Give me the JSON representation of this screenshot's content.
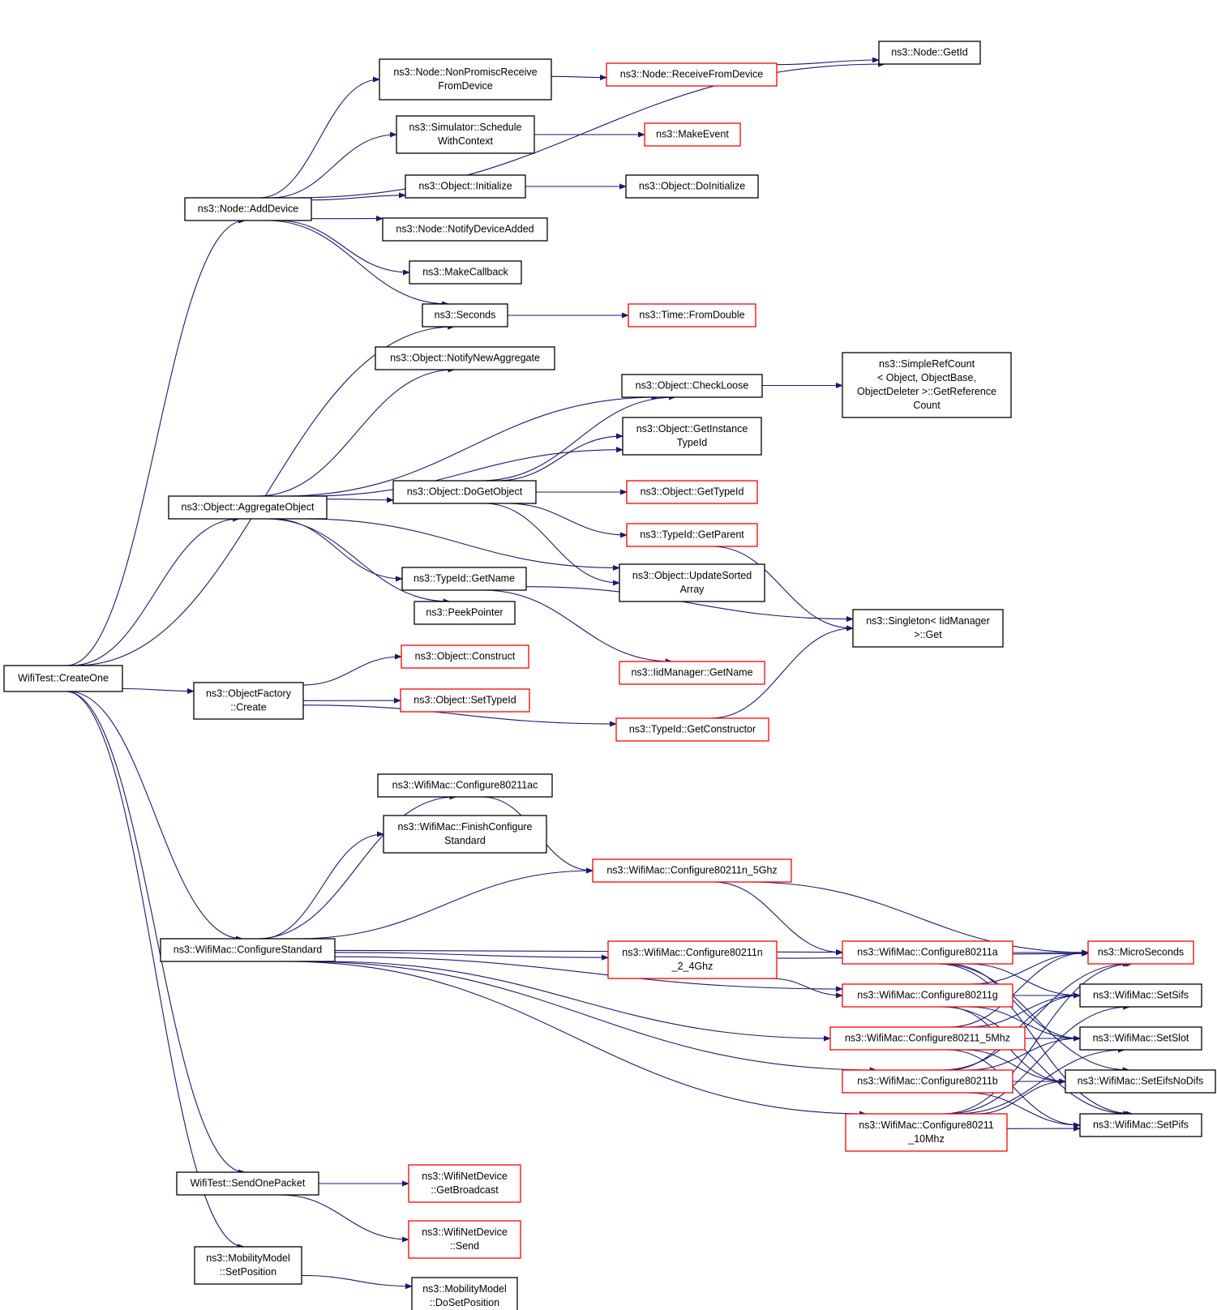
{
  "colors": {
    "edge": "#191970",
    "node_border_default": "#000000",
    "node_border_truncated": "#ff0000",
    "root_fill": "#bfbfbf"
  },
  "root": "createone",
  "nodes": [
    {
      "id": "createone",
      "lines": [
        "WifiTest::CreateOne"
      ],
      "border": "black",
      "root": true
    },
    {
      "id": "adddevice",
      "lines": [
        "ns3::Node::AddDevice"
      ],
      "border": "black"
    },
    {
      "id": "aggregate",
      "lines": [
        "ns3::Object::AggregateObject"
      ],
      "border": "black"
    },
    {
      "id": "factorycreate",
      "lines": [
        "ns3::ObjectFactory",
        "::Create"
      ],
      "border": "black"
    },
    {
      "id": "configstd",
      "lines": [
        "ns3::WifiMac::ConfigureStandard"
      ],
      "border": "black"
    },
    {
      "id": "sendone",
      "lines": [
        "WifiTest::SendOnePacket"
      ],
      "border": "black"
    },
    {
      "id": "setpos",
      "lines": [
        "ns3::MobilityModel",
        "::SetPosition"
      ],
      "border": "black"
    },
    {
      "id": "nonpromisc",
      "lines": [
        "ns3::Node::NonPromiscReceive",
        "FromDevice"
      ],
      "border": "black"
    },
    {
      "id": "schedwithctx",
      "lines": [
        "ns3::Simulator::Schedule",
        "WithContext"
      ],
      "border": "black"
    },
    {
      "id": "objinit",
      "lines": [
        "ns3::Object::Initialize"
      ],
      "border": "black"
    },
    {
      "id": "notifydev",
      "lines": [
        "ns3::Node::NotifyDeviceAdded"
      ],
      "border": "black"
    },
    {
      "id": "makecb",
      "lines": [
        "ns3::MakeCallback"
      ],
      "border": "black"
    },
    {
      "id": "seconds",
      "lines": [
        "ns3::Seconds"
      ],
      "border": "black"
    },
    {
      "id": "notifyagg",
      "lines": [
        "ns3::Object::NotifyNewAggregate"
      ],
      "border": "black"
    },
    {
      "id": "dogetobj",
      "lines": [
        "ns3::Object::DoGetObject"
      ],
      "border": "black"
    },
    {
      "id": "getname",
      "lines": [
        "ns3::TypeId::GetName"
      ],
      "border": "black"
    },
    {
      "id": "peekptr",
      "lines": [
        "ns3::PeekPointer"
      ],
      "border": "black"
    },
    {
      "id": "construct",
      "lines": [
        "ns3::Object::Construct"
      ],
      "border": "red"
    },
    {
      "id": "settypeid",
      "lines": [
        "ns3::Object::SetTypeId"
      ],
      "border": "red"
    },
    {
      "id": "cfgac",
      "lines": [
        "ns3::WifiMac::Configure80211ac"
      ],
      "border": "black"
    },
    {
      "id": "finishcfg",
      "lines": [
        "ns3::WifiMac::FinishConfigure",
        "Standard"
      ],
      "border": "black"
    },
    {
      "id": "getbcast",
      "lines": [
        "ns3::WifiNetDevice",
        "::GetBroadcast"
      ],
      "border": "red"
    },
    {
      "id": "netsend",
      "lines": [
        "ns3::WifiNetDevice",
        "::Send"
      ],
      "border": "red"
    },
    {
      "id": "dosetpos",
      "lines": [
        "ns3::MobilityModel",
        "::DoSetPosition"
      ],
      "border": "black"
    },
    {
      "id": "recvfromdev",
      "lines": [
        "ns3::Node::ReceiveFromDevice"
      ],
      "border": "red"
    },
    {
      "id": "makeevent",
      "lines": [
        "ns3::MakeEvent"
      ],
      "border": "red"
    },
    {
      "id": "doinit",
      "lines": [
        "ns3::Object::DoInitialize"
      ],
      "border": "black"
    },
    {
      "id": "fromdouble",
      "lines": [
        "ns3::Time::FromDouble"
      ],
      "border": "red"
    },
    {
      "id": "checkloose",
      "lines": [
        "ns3::Object::CheckLoose"
      ],
      "border": "black"
    },
    {
      "id": "getinsttid",
      "lines": [
        "ns3::Object::GetInstance",
        "TypeId"
      ],
      "border": "black"
    },
    {
      "id": "gettypeid",
      "lines": [
        "ns3::Object::GetTypeId"
      ],
      "border": "red"
    },
    {
      "id": "getparent",
      "lines": [
        "ns3::TypeId::GetParent"
      ],
      "border": "red"
    },
    {
      "id": "updsorted",
      "lines": [
        "ns3::Object::UpdateSorted",
        "Array"
      ],
      "border": "black"
    },
    {
      "id": "iidgetname",
      "lines": [
        "ns3::IidManager::GetName"
      ],
      "border": "red"
    },
    {
      "id": "getctor",
      "lines": [
        "ns3::TypeId::GetConstructor"
      ],
      "border": "red"
    },
    {
      "id": "cfgn5",
      "lines": [
        "ns3::WifiMac::Configure80211n_5Ghz"
      ],
      "border": "red"
    },
    {
      "id": "cfgn24",
      "lines": [
        "ns3::WifiMac::Configure80211n",
        "_2_4Ghz"
      ],
      "border": "red"
    },
    {
      "id": "getid",
      "lines": [
        "ns3::Node::GetId"
      ],
      "border": "black"
    },
    {
      "id": "refcount",
      "lines": [
        "ns3::SimpleRefCount",
        "< Object, ObjectBase,",
        "ObjectDeleter >::GetReference",
        "Count"
      ],
      "border": "black"
    },
    {
      "id": "singleton",
      "lines": [
        "ns3::Singleton< IidManager",
        ">::Get"
      ],
      "border": "black"
    },
    {
      "id": "cfga",
      "lines": [
        "ns3::WifiMac::Configure80211a"
      ],
      "border": "red"
    },
    {
      "id": "cfgg",
      "lines": [
        "ns3::WifiMac::Configure80211g"
      ],
      "border": "red"
    },
    {
      "id": "cfg5mhz",
      "lines": [
        "ns3::WifiMac::Configure80211_5Mhz"
      ],
      "border": "red"
    },
    {
      "id": "cfgb",
      "lines": [
        "ns3::WifiMac::Configure80211b"
      ],
      "border": "red"
    },
    {
      "id": "cfg10mhz",
      "lines": [
        "ns3::WifiMac::Configure80211",
        "_10Mhz"
      ],
      "border": "red"
    },
    {
      "id": "micro",
      "lines": [
        "ns3::MicroSeconds"
      ],
      "border": "red"
    },
    {
      "id": "setsifs",
      "lines": [
        "ns3::WifiMac::SetSifs"
      ],
      "border": "black"
    },
    {
      "id": "setslot",
      "lines": [
        "ns3::WifiMac::SetSlot"
      ],
      "border": "black"
    },
    {
      "id": "seteifs",
      "lines": [
        "ns3::WifiMac::SetEifsNoDifs"
      ],
      "border": "black"
    },
    {
      "id": "setpifs",
      "lines": [
        "ns3::WifiMac::SetPifs"
      ],
      "border": "black"
    }
  ],
  "edges": [
    [
      "createone",
      "adddevice"
    ],
    [
      "createone",
      "seconds"
    ],
    [
      "createone",
      "aggregate"
    ],
    [
      "createone",
      "factorycreate"
    ],
    [
      "createone",
      "configstd"
    ],
    [
      "createone",
      "sendone"
    ],
    [
      "createone",
      "setpos"
    ],
    [
      "adddevice",
      "getid"
    ],
    [
      "adddevice",
      "nonpromisc"
    ],
    [
      "adddevice",
      "schedwithctx"
    ],
    [
      "adddevice",
      "objinit"
    ],
    [
      "adddevice",
      "notifydev"
    ],
    [
      "adddevice",
      "makecb"
    ],
    [
      "adddevice",
      "seconds"
    ],
    [
      "nonpromisc",
      "recvfromdev"
    ],
    [
      "recvfromdev",
      "getid"
    ],
    [
      "schedwithctx",
      "makeevent"
    ],
    [
      "objinit",
      "doinit"
    ],
    [
      "seconds",
      "fromdouble"
    ],
    [
      "aggregate",
      "notifyagg"
    ],
    [
      "aggregate",
      "checkloose"
    ],
    [
      "aggregate",
      "getinsttid"
    ],
    [
      "aggregate",
      "dogetobj"
    ],
    [
      "aggregate",
      "updsorted"
    ],
    [
      "aggregate",
      "getname"
    ],
    [
      "aggregate",
      "peekptr"
    ],
    [
      "dogetobj",
      "checkloose"
    ],
    [
      "dogetobj",
      "getinsttid"
    ],
    [
      "dogetobj",
      "gettypeid"
    ],
    [
      "dogetobj",
      "getparent"
    ],
    [
      "dogetobj",
      "updsorted"
    ],
    [
      "checkloose",
      "refcount"
    ],
    [
      "getparent",
      "singleton"
    ],
    [
      "getname",
      "singleton"
    ],
    [
      "getname",
      "iidgetname"
    ],
    [
      "getctor",
      "singleton"
    ],
    [
      "factorycreate",
      "construct"
    ],
    [
      "factorycreate",
      "settypeid"
    ],
    [
      "factorycreate",
      "getctor"
    ],
    [
      "configstd",
      "cfgac"
    ],
    [
      "configstd",
      "finishcfg"
    ],
    [
      "configstd",
      "cfgn5"
    ],
    [
      "configstd",
      "cfga"
    ],
    [
      "configstd",
      "cfgn24"
    ],
    [
      "configstd",
      "cfgg"
    ],
    [
      "configstd",
      "cfg5mhz"
    ],
    [
      "configstd",
      "cfgb"
    ],
    [
      "configstd",
      "cfg10mhz"
    ],
    [
      "cfgac",
      "cfgn5"
    ],
    [
      "cfgn5",
      "cfga"
    ],
    [
      "cfgn5",
      "micro"
    ],
    [
      "cfgn24",
      "micro"
    ],
    [
      "cfgn24",
      "cfgg"
    ],
    [
      "cfga",
      "micro"
    ],
    [
      "cfga",
      "setsifs"
    ],
    [
      "cfga",
      "setslot"
    ],
    [
      "cfga",
      "seteifs"
    ],
    [
      "cfga",
      "setpifs"
    ],
    [
      "cfgg",
      "micro"
    ],
    [
      "cfgg",
      "setsifs"
    ],
    [
      "cfgg",
      "setslot"
    ],
    [
      "cfgg",
      "seteifs"
    ],
    [
      "cfgg",
      "setpifs"
    ],
    [
      "cfg5mhz",
      "micro"
    ],
    [
      "cfg5mhz",
      "setsifs"
    ],
    [
      "cfg5mhz",
      "setslot"
    ],
    [
      "cfg5mhz",
      "seteifs"
    ],
    [
      "cfg5mhz",
      "setpifs"
    ],
    [
      "cfgb",
      "micro"
    ],
    [
      "cfgb",
      "setsifs"
    ],
    [
      "cfgb",
      "setslot"
    ],
    [
      "cfgb",
      "seteifs"
    ],
    [
      "cfgb",
      "setpifs"
    ],
    [
      "cfg10mhz",
      "micro"
    ],
    [
      "cfg10mhz",
      "setsifs"
    ],
    [
      "cfg10mhz",
      "setslot"
    ],
    [
      "cfg10mhz",
      "seteifs"
    ],
    [
      "cfg10mhz",
      "setpifs"
    ],
    [
      "sendone",
      "getbcast"
    ],
    [
      "sendone",
      "netsend"
    ],
    [
      "setpos",
      "dosetpos"
    ]
  ]
}
